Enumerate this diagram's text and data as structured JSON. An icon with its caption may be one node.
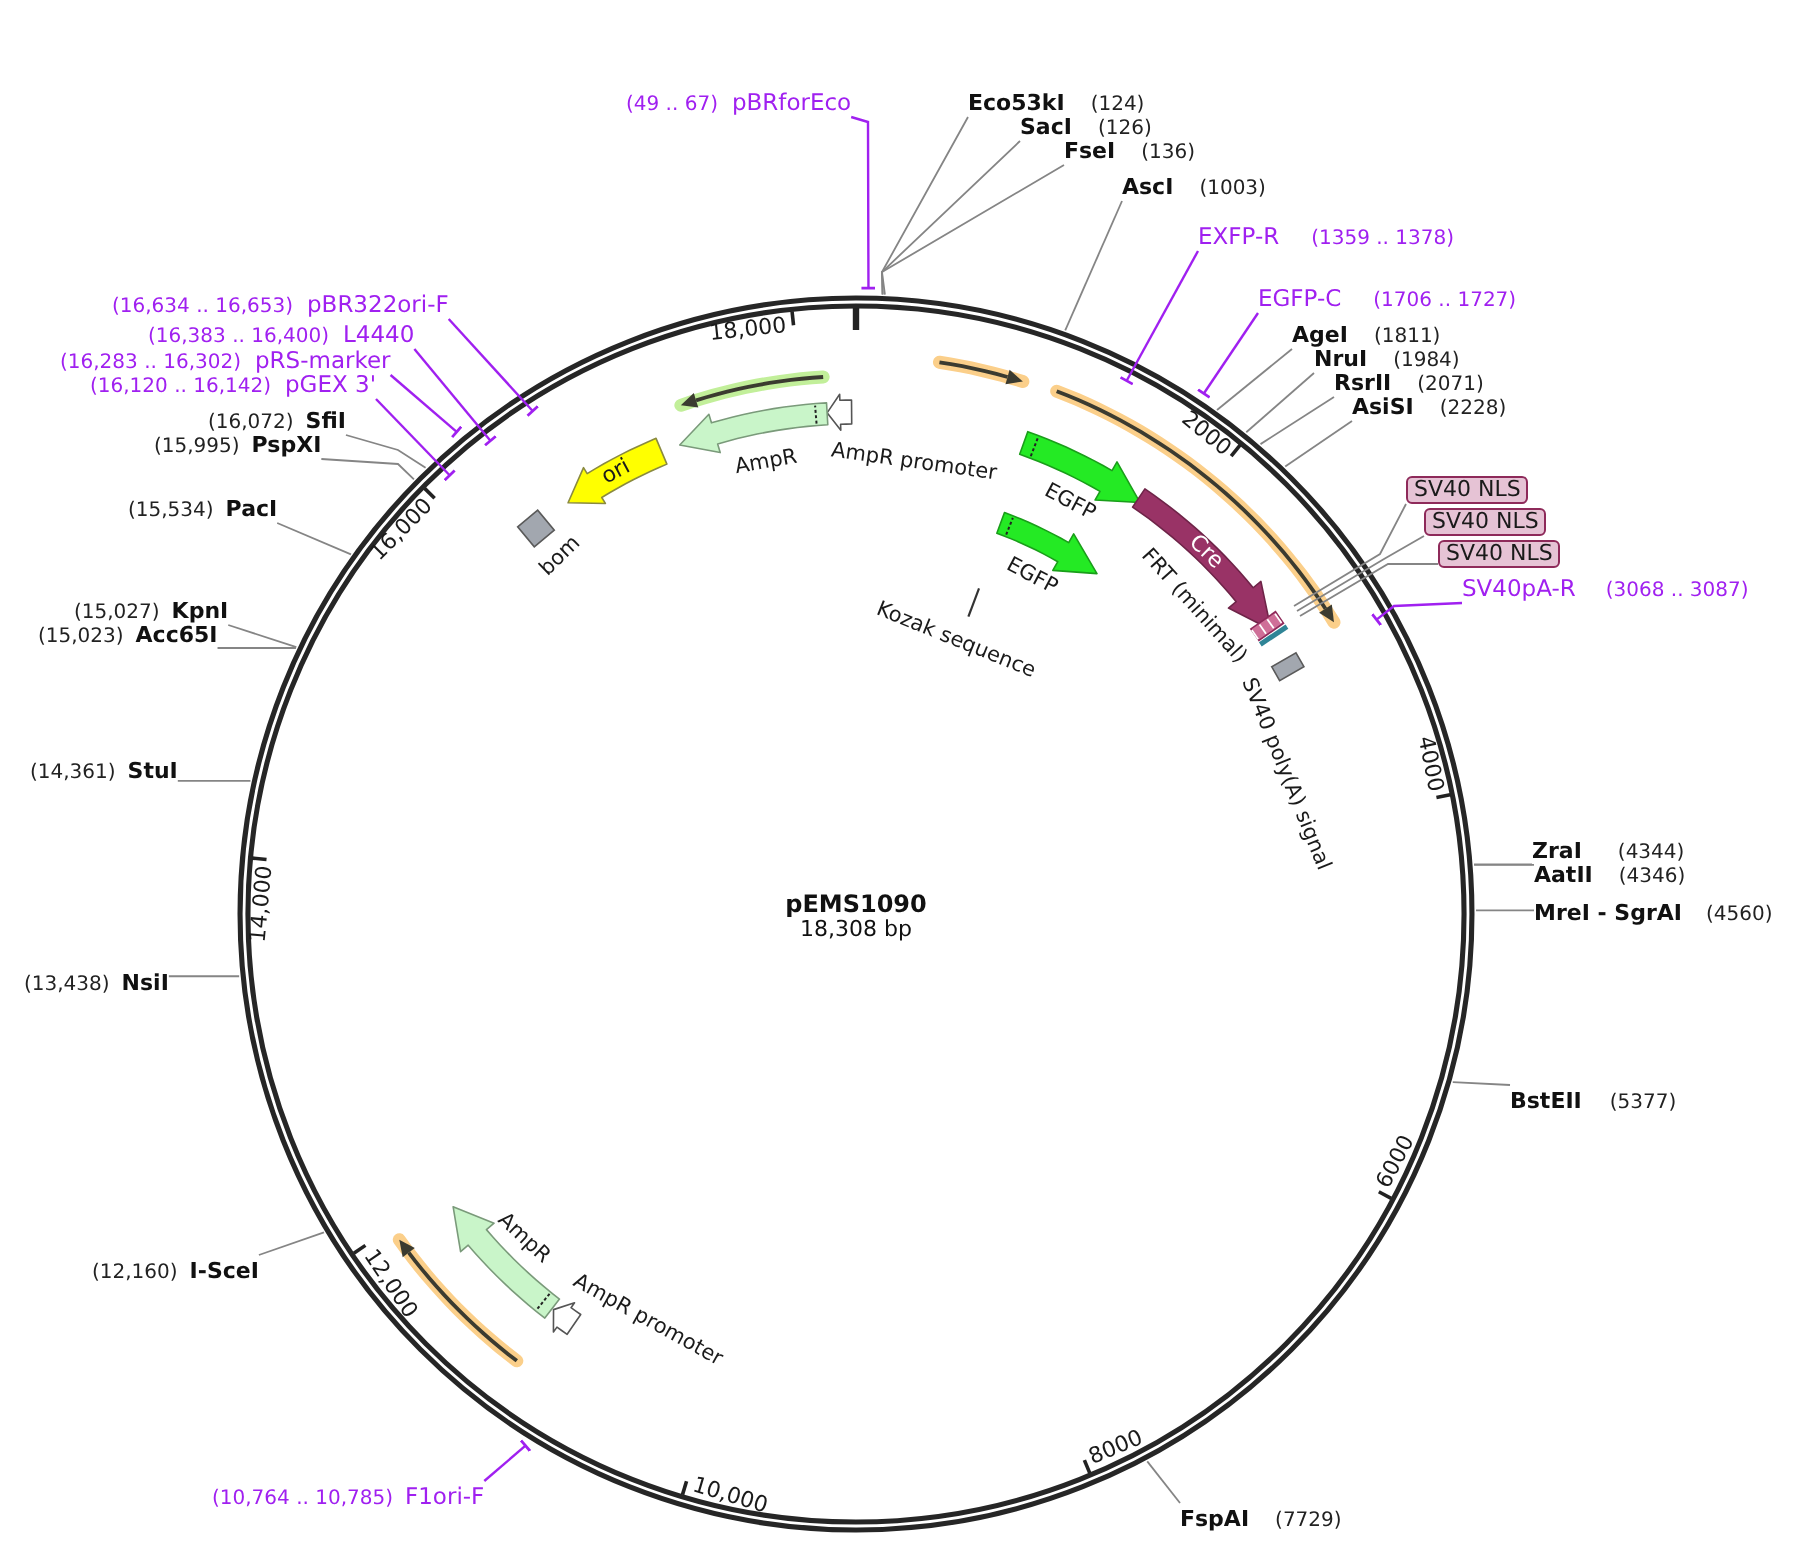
{
  "diagram": {
    "nodes": [
      {
        "text": [
          "pEMS1090",
          "18,308 bp"
        ]
      },
      {
        "text": [
          "pBRforEco"
        ],
        "beside": [
          "(49 .. 67)"
        ]
      },
      {
        "text": [
          "Eco53kI"
        ],
        "beside": [
          "(124)"
        ]
      },
      {
        "text": [
          "SacI"
        ],
        "beside": [
          "(126)"
        ]
      },
      {
        "text": [
          "FseI"
        ],
        "beside": [
          "(136)"
        ]
      },
      {
        "text": [
          "AscI"
        ],
        "beside": [
          "(1003)"
        ]
      },
      {
        "text": [
          "EXFP-R"
        ],
        "beside": [
          "(1359 .. 1378)"
        ]
      },
      {
        "text": [
          "EGFP-C"
        ],
        "beside": [
          "(1706 .. 1727)"
        ]
      },
      {
        "text": [
          "pBR322ori-F"
        ],
        "beside": [
          "(16,634 .. 16,653)"
        ]
      },
      {
        "text": [
          "AgeI"
        ],
        "beside": [
          "(1811)"
        ]
      },
      {
        "text": [
          "L4440"
        ],
        "beside": [
          "(16,383 .. 16,400)"
        ]
      },
      {
        "text": [
          "NruI"
        ],
        "beside": [
          "(1984)"
        ]
      },
      {
        "text": [
          "pRS-marker"
        ],
        "beside": [
          "(16,283 .. 16,302)"
        ]
      },
      {
        "text": [
          "RsrII"
        ],
        "beside": [
          "(2071)"
        ]
      },
      {
        "text": [
          "pGEX 3'"
        ],
        "beside": [
          "(16,120 .. 16,142)"
        ]
      },
      {
        "text": [
          "AsiSI"
        ],
        "beside": [
          "(2228)"
        ]
      },
      {
        "text": [
          "SfiI"
        ],
        "beside": [
          "(16,072)"
        ]
      },
      {
        "text": [
          "PspXI"
        ],
        "beside": [
          "(15,995)"
        ]
      },
      {
        "text": [
          "SV40 NLS"
        ]
      },
      {
        "text": [
          "PacI"
        ],
        "beside": [
          "(15,534)"
        ]
      },
      {
        "text": [
          "SV40 NLS"
        ]
      },
      {
        "text": [
          "SV40 NLS"
        ]
      },
      {
        "text": [
          "SV40pA-R"
        ],
        "beside": [
          "(3068 .. 3087)"
        ]
      },
      {
        "text": [
          "KpnI"
        ],
        "beside": [
          "(15,027)"
        ]
      },
      {
        "text": [
          "Acc65I"
        ],
        "beside": [
          "(15,023)"
        ]
      },
      {
        "text": [
          "StuI"
        ],
        "beside": [
          "(14,361)"
        ]
      },
      {
        "text": [
          "ZraI"
        ],
        "beside": [
          "(4344)"
        ]
      },
      {
        "text": [
          "AatII"
        ],
        "beside": [
          "(4346)"
        ]
      },
      {
        "text": [
          "MreI - SgrAI"
        ],
        "beside": [
          "(4560)"
        ]
      },
      {
        "text": [
          "NsiI"
        ],
        "beside": [
          "(13,438)"
        ]
      },
      {
        "text": [
          "BstEII"
        ],
        "beside": [
          "(5377)"
        ]
      },
      {
        "text": [
          "I-SceI"
        ],
        "beside": [
          "(12,160)"
        ]
      },
      {
        "text": [
          "F1ori-F"
        ],
        "beside": [
          "(10,764 .. 10,785)"
        ]
      },
      {
        "text": [
          "FspAI"
        ],
        "beside": [
          "(7729)"
        ]
      },
      {
        "text": [],
        "shape": "arrow",
        "in": 0,
        "beside": [
          "AmpR promoter"
        ]
      },
      {
        "text": [],
        "shape": "arrow",
        "in": 0,
        "beside": [
          "AmpR"
        ]
      },
      {
        "text": [
          "ori"
        ],
        "in": 0
      },
      {
        "text": [],
        "shape": "arrow",
        "in": 0,
        "beside": [
          "EGFP"
        ]
      },
      {
        "text": [],
        "shape": "diamond",
        "in": 0,
        "beside": [
          "bom"
        ]
      },
      {
        "text": [
          "Cre"
        ],
        "in": 0
      },
      {
        "text": [],
        "shape": "arrow",
        "in": 0,
        "beside": [
          "EGFP"
        ]
      },
      {
        "text": [],
        "shape": "bar",
        "in": 0,
        "beside": [
          "Kozak sequence"
        ]
      },
      {
        "text": [],
        "shape": "box",
        "in": 0,
        "beside": [
          "FRT (minimal)"
        ]
      },
      {
        "text": [],
        "shape": "bar",
        "in": 0
      },
      {
        "text": [],
        "shape": "box",
        "in": 0,
        "beside": [
          "SV40 poly(A) signal"
        ]
      },
      {
        "text": [],
        "shape": "arrow",
        "in": 0,
        "beside": [
          "AmpR"
        ]
      },
      {
        "text": [],
        "shape": "arrow",
        "in": 0,
        "beside": [
          "AmpR promoter"
        ]
      }
    ],
    "edges": [
      {
        "from": 1,
        "to": 0,
        "arrow": "other",
        "color": "#a020f0"
      },
      {
        "from": 2,
        "to": 0,
        "arrow": "none"
      },
      {
        "from": 3,
        "to": 0,
        "arrow": "none"
      },
      {
        "from": 4,
        "to": 0,
        "arrow": "none"
      },
      {
        "from": 5,
        "to": 0,
        "arrow": "none"
      },
      {
        "from": 6,
        "to": 0,
        "arrow": "other",
        "color": "#a020f0"
      },
      {
        "from": 7,
        "to": 0,
        "arrow": "other",
        "color": "#a020f0"
      },
      {
        "from": 8,
        "to": 0,
        "arrow": "other",
        "color": "#a020f0"
      },
      {
        "from": 9,
        "to": 0,
        "arrow": "none"
      },
      {
        "from": 10,
        "to": 0,
        "arrow": "other",
        "color": "#a020f0"
      },
      {
        "from": 11,
        "to": 0,
        "arrow": "none"
      },
      {
        "from": 12,
        "to": 0,
        "arrow": "other",
        "color": "#a020f0"
      },
      {
        "from": 13,
        "to": 0,
        "arrow": "none"
      },
      {
        "from": 14,
        "to": 0,
        "arrow": "other",
        "color": "#a020f0"
      },
      {
        "from": 15,
        "to": 0,
        "arrow": "none"
      },
      {
        "from": 16,
        "to": 0,
        "arrow": "none"
      },
      {
        "from": 17,
        "to": 0,
        "arrow": "none"
      },
      {
        "from": 18,
        "to": 0,
        "arrow": "none"
      },
      {
        "from": 19,
        "to": 0,
        "arrow": "none"
      },
      {
        "from": 20,
        "to": 0,
        "arrow": "none"
      },
      {
        "from": 21,
        "to": 0,
        "arrow": "none"
      },
      {
        "from": 22,
        "to": 0,
        "arrow": "other",
        "color": "#a020f0"
      },
      {
        "from": 23,
        "to": 0,
        "arrow": "none"
      },
      {
        "from": 24,
        "to": 0,
        "arrow": "none"
      },
      {
        "from": 25,
        "to": 0,
        "arrow": "none"
      },
      {
        "from": 26,
        "to": 0,
        "arrow": "none"
      },
      {
        "from": 27,
        "to": 0,
        "arrow": "none"
      },
      {
        "from": 28,
        "to": 0,
        "arrow": "none"
      },
      {
        "from": 29,
        "to": 0,
        "arrow": "none"
      },
      {
        "from": 30,
        "to": 0,
        "arrow": "none"
      },
      {
        "from": 31,
        "to": 0,
        "arrow": "none"
      },
      {
        "from": 32,
        "to": 0,
        "arrow": "other",
        "color": "#a020f0"
      },
      {
        "from": 33,
        "to": 0,
        "arrow": "none"
      }
    ],
    "labels": [
      "18,000",
      "2000",
      "16,000",
      "4000",
      "14,000",
      "6000",
      "12,000",
      "8000",
      "10,000"
    ]
  }
}
